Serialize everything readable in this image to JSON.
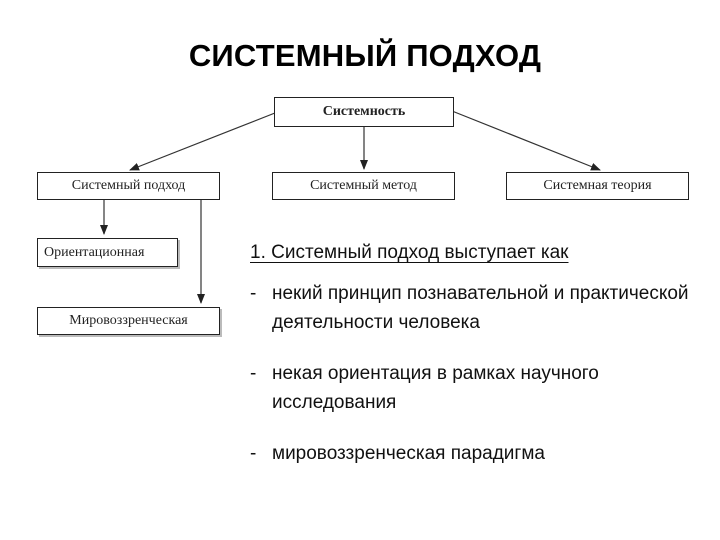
{
  "title": "СИСТЕМНЫЙ ПОДХОД",
  "diagram": {
    "root": "Системность",
    "children": [
      "Системный подход",
      "Системный метод",
      "Системная теория"
    ],
    "subitems": [
      "Ориентационная",
      "Мировоззренческая"
    ]
  },
  "content": {
    "heading": "1. Системный подход выступает как",
    "dash": "-",
    "bullets": [
      "некий принцип познавательной и практической деятельности человека",
      "некая ориентация в рамках научного исследования",
      "мировоззренческая парадигма"
    ]
  }
}
